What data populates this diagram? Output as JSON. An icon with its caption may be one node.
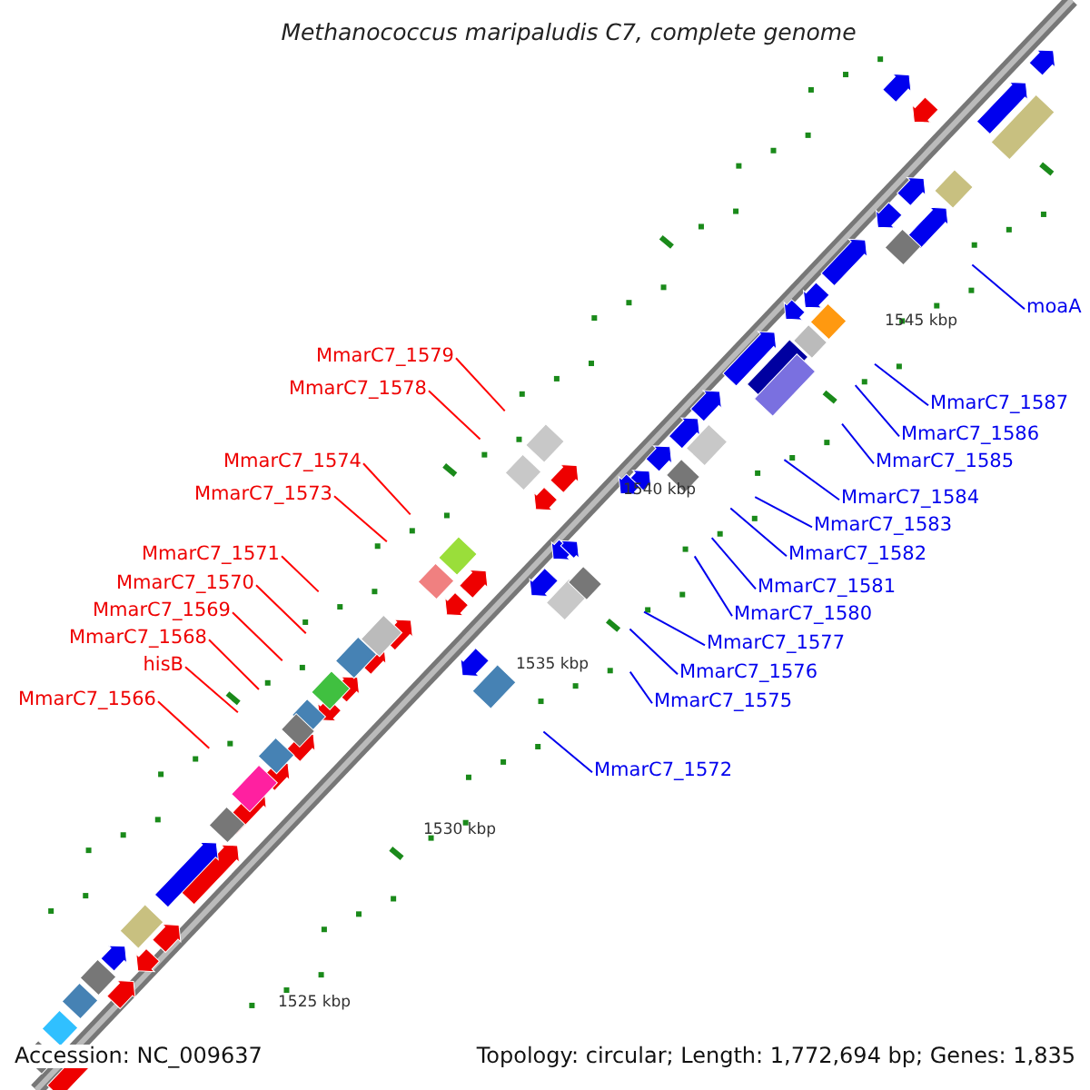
{
  "diagram": {
    "title": "Methanococcus maripaludis C7, complete genome",
    "nodes": [
      {
        "text": [
          "MmarC7_1579"
        ]
      },
      {
        "text": [
          "MmarC7_1578"
        ]
      },
      {
        "text": [
          "MmarC7_1574"
        ]
      },
      {
        "text": [
          "MmarC7_1573"
        ]
      },
      {
        "text": [
          "MmarC7_1571"
        ]
      },
      {
        "text": [
          "MmarC7_1570"
        ]
      },
      {
        "text": [
          "MmarC7_1569"
        ]
      },
      {
        "text": [
          "MmarC7_1568"
        ]
      },
      {
        "text": [
          "hisB"
        ]
      },
      {
        "text": [
          "MmarC7_1566"
        ]
      },
      {
        "text": [
          "moaA"
        ]
      },
      {
        "text": [
          "MmarC7_1587"
        ]
      },
      {
        "text": [
          "MmarC7_1586"
        ]
      },
      {
        "text": [
          "MmarC7_1585"
        ]
      },
      {
        "text": [
          "MmarC7_1584"
        ]
      },
      {
        "text": [
          "MmarC7_1583"
        ]
      },
      {
        "text": [
          "MmarC7_1582"
        ]
      },
      {
        "text": [
          "MmarC7_1581"
        ]
      },
      {
        "text": [
          "MmarC7_1580"
        ]
      },
      {
        "text": [
          "MmarC7_1577"
        ]
      },
      {
        "text": [
          "MmarC7_1576"
        ]
      },
      {
        "text": [
          "MmarC7_1575"
        ]
      },
      {
        "text": [
          "MmarC7_1572"
        ]
      }
    ],
    "edges": [
      {
        "from": 0,
        "to": null,
        "arrow": "none",
        "color": "#ff0000"
      },
      {
        "from": 1,
        "to": null,
        "arrow": "none",
        "color": "#ff0000"
      },
      {
        "from": 2,
        "to": null,
        "arrow": "none",
        "color": "#ff0000"
      },
      {
        "from": 3,
        "to": null,
        "arrow": "none",
        "color": "#ff0000"
      },
      {
        "from": 4,
        "to": null,
        "arrow": "none",
        "color": "#ff0000"
      },
      {
        "from": 5,
        "to": null,
        "arrow": "none",
        "color": "#ff0000"
      },
      {
        "from": 6,
        "to": null,
        "arrow": "none",
        "color": "#ff0000"
      },
      {
        "from": 7,
        "to": null,
        "arrow": "none",
        "color": "#ff0000"
      },
      {
        "from": 8,
        "to": null,
        "arrow": "none",
        "color": "#ff0000"
      },
      {
        "from": 9,
        "to": null,
        "arrow": "none",
        "color": "#ff0000"
      },
      {
        "from": 10,
        "to": null,
        "arrow": "none"
      },
      {
        "from": 11,
        "to": null,
        "arrow": "none"
      },
      {
        "from": 12,
        "to": null,
        "arrow": "none"
      },
      {
        "from": 13,
        "to": null,
        "arrow": "none"
      },
      {
        "from": 14,
        "to": null,
        "arrow": "none"
      },
      {
        "from": 15,
        "to": null,
        "arrow": "none"
      },
      {
        "from": 16,
        "to": null,
        "arrow": "none"
      },
      {
        "from": 17,
        "to": null,
        "arrow": "none"
      },
      {
        "from": 18,
        "to": null,
        "arrow": "none"
      },
      {
        "from": 19,
        "to": null,
        "arrow": "none"
      },
      {
        "from": 20,
        "to": null,
        "arrow": "none"
      },
      {
        "from": 21,
        "to": null,
        "arrow": "none"
      },
      {
        "from": 22,
        "to": null,
        "arrow": "none"
      }
    ],
    "labels": [
      "1545 kbp",
      "1540 kbp",
      "1535 kbp",
      "1530 kbp",
      "1525 kbp",
      "Accession: NC_009637",
      "Topology: circular; Length: 1,772,694 bp; Genes: 1,835"
    ]
  }
}
